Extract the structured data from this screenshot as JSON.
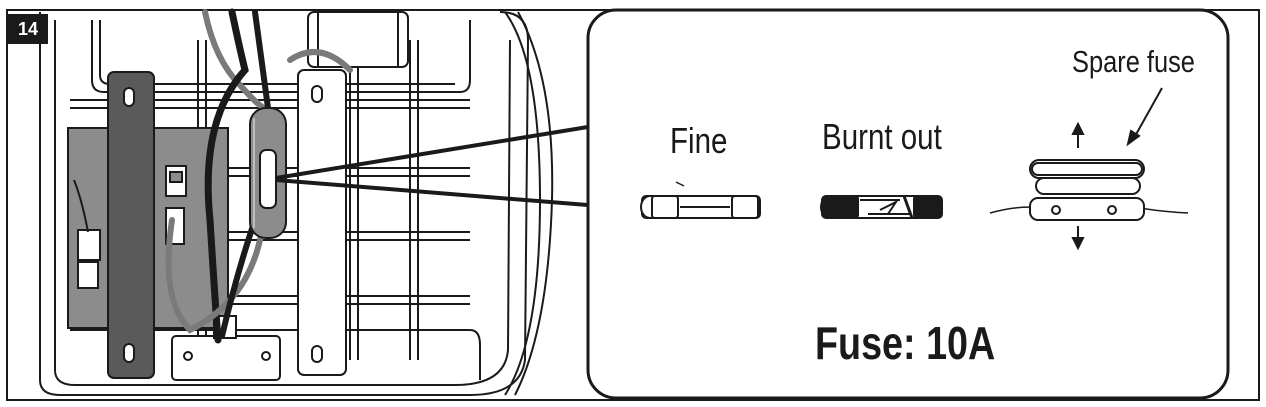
{
  "step_number": "14",
  "callout": {
    "fine_label": "Fine",
    "burnt_out_label": "Burnt out",
    "spare_fuse_label": "Spare fuse",
    "fuse_rating": "Fuse: 10A"
  },
  "icons": [
    "fuse-fine-icon",
    "fuse-burnt-icon",
    "spare-fuse-holder-icon",
    "arrow-up-icon",
    "arrow-down-icon"
  ],
  "colors": {
    "line": "#1a1a1a",
    "panel_gray": "#8c8c8c",
    "strap_dark": "#5a5a5a",
    "badge_bg": "#1a1a1a"
  }
}
